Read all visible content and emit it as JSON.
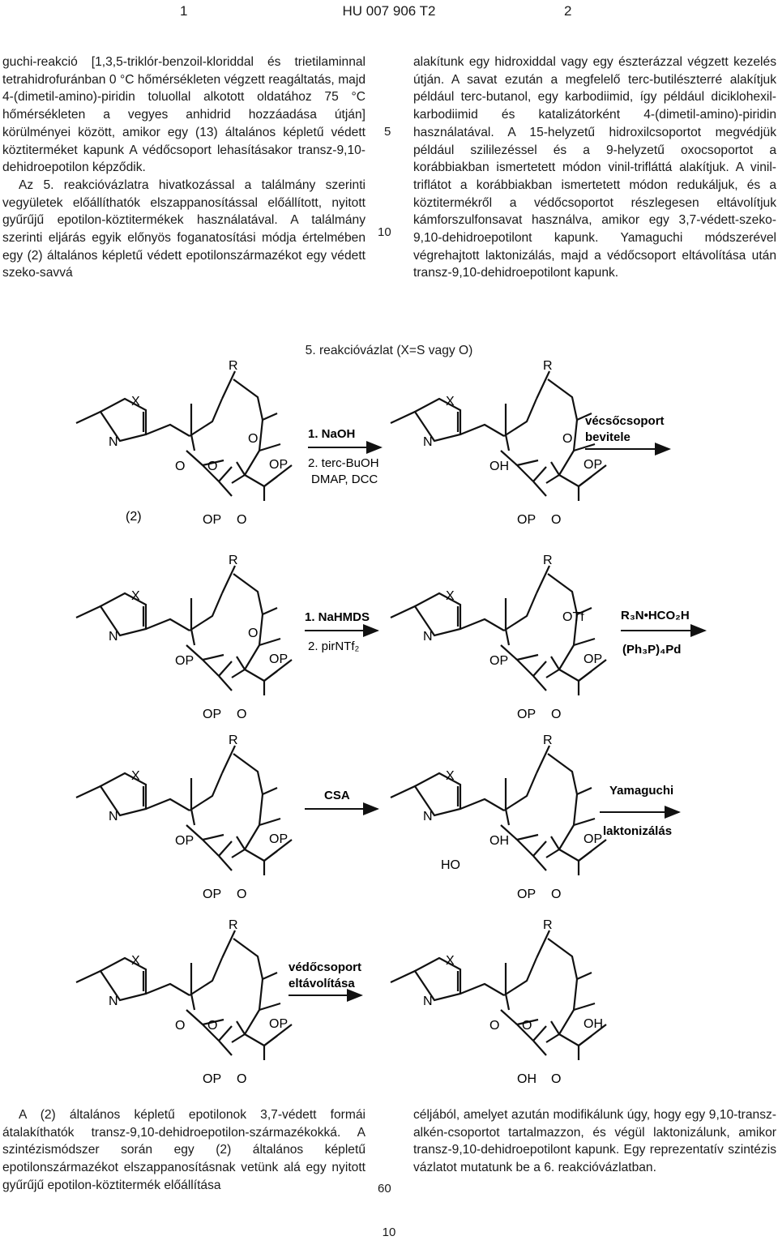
{
  "header": {
    "left_page": "1",
    "doc_id": "HU 007 906 T2",
    "right_page": "2"
  },
  "top_left": {
    "p1": "guchi-reakció [1,3,5-triklór-benzoil-kloriddal és trietilaminnal tetrahidrofuránban 0 °C hőmérsékleten végzett reagáltatás, majd 4-(dimetil-amino)-piridin toluollal alkotott oldatához 75 °C hőmérsékleten a vegyes anhidrid hozzáadása útján] körülményei között, amikor egy (13) általános képletű védett köztiterméket kapunk A védőcsoport lehasításakor transz-9,10-dehidroepotilon képződik.",
    "p2": "Az 5. reakcióvázlatra hivatkozással a találmány szerinti vegyületek előállíthatók elszappanosítással előállított, nyitott gyűrűjű epotilon-köztitermékek használatával. A találmány szerinti eljárás egyik előnyös foganatosítási módja értelmében egy (2) általános képletű védett epotilonszármazékot egy védett szeko-savvá"
  },
  "top_right": {
    "p1": "alakítunk egy hidroxiddal vagy egy észterázzal végzett kezelés útján. A savat ezután a megfelelő terc-butilészterré alakítjuk például terc-butanol, egy karbodiimid, így például diciklohexil-karbodiimid és katalizátorként 4-(dimetil-amino)-piridin használatával. A 15-helyzetű hidroxilcsoportot megvédjük például szililezéssel és a 9-helyzetű oxocsoportot a korábbiakban ismertetett módon vinil-trifláttá alakítjuk. A vinil-triflátot a korábbiakban ismertetett módon redukáljuk, és a köztitermékről a védőcsoportot részlegesen eltávolítjuk kámforszulfonsavat használva, amikor egy 3,7-védett-szeko-9,10-dehidroepotilont kapunk. Yamaguchi módszerével végrehajtott laktonizálás, majd a védőcsoport eltávolítása után transz-9,10-dehidroepotilont kapunk."
  },
  "line_numbers": {
    "n5": "5",
    "n10": "10",
    "n60": "60"
  },
  "scheme": {
    "title": "5. reakcióvázlat (X=S vagy O)",
    "compound_label": "(2)",
    "atoms": {
      "R": "R",
      "X": "X",
      "N": "N",
      "O": "O",
      "OP": "OP",
      "OH": "OH",
      "OTf": "OTf",
      "HO": "HO"
    },
    "step1": {
      "a": "1. NaOH",
      "b": "2. terc-BuOH",
      "c": "DMAP, DCC"
    },
    "step2": {
      "a": "vécsőcsoport",
      "b": "bevitele"
    },
    "step3": {
      "a": "1. NaHMDS",
      "b": "2. pirNTf₂"
    },
    "step4": {
      "a": "R₃N•HCO₂H",
      "b": "(Ph₃P)₄Pd"
    },
    "step5": {
      "a": "CSA"
    },
    "step6": {
      "a": "Yamaguchi",
      "b": "laktonizálás"
    },
    "step7": {
      "a": "védőcsoport",
      "b": "eltávolítása"
    }
  },
  "bottom_left": {
    "p1": "A (2) általános képletű epotilonok 3,7-védett formái átalakíthatók transz-9,10-dehidroepotilon-származékokká. A szintézismódszer során egy (2) általános képletű epotilonszármazékot elszappanosításnak vetünk alá egy nyitott gyűrűjű epotilon-köztitermék előállítása"
  },
  "bottom_right": {
    "p1": "céljából, amelyet azután modifikálunk úgy, hogy egy 9,10-transz-alkén-csoportot tartalmazzon, és végül laktonizálunk, amikor transz-9,10-dehidroepotilont kapunk. Egy reprezentatív szintézis vázlatot mutatunk be a 6. reakcióvázlatban."
  },
  "footer": {
    "page_number": "10"
  }
}
